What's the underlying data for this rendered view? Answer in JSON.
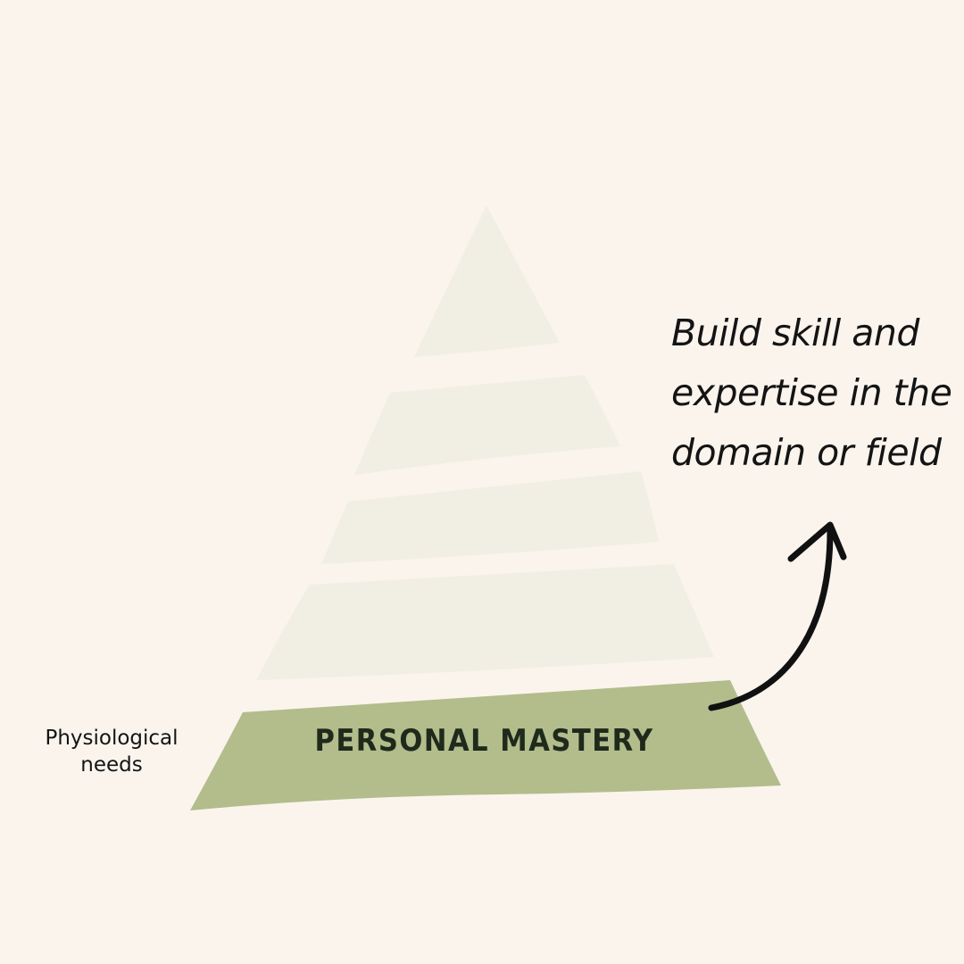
{
  "colors": {
    "background": "#faf4ed",
    "tier_inactive": "#f1eee3",
    "tier_active": "#b2bd8b",
    "text": "#141414",
    "arrow": "#111111"
  },
  "pyramid": {
    "tiers": [
      {
        "label": "",
        "active": false
      },
      {
        "label": "",
        "active": false
      },
      {
        "label": "",
        "active": false
      },
      {
        "label": "",
        "active": false
      },
      {
        "label": "PERSONAL MASTERY",
        "active": true
      }
    ]
  },
  "side_label": {
    "line1": "Physiological",
    "line2": "needs"
  },
  "callout": {
    "line1": "Build skill and",
    "line2": "expertise in the",
    "line3": "domain or field"
  },
  "icons": {
    "arrow": "curved-arrow-up-icon"
  }
}
